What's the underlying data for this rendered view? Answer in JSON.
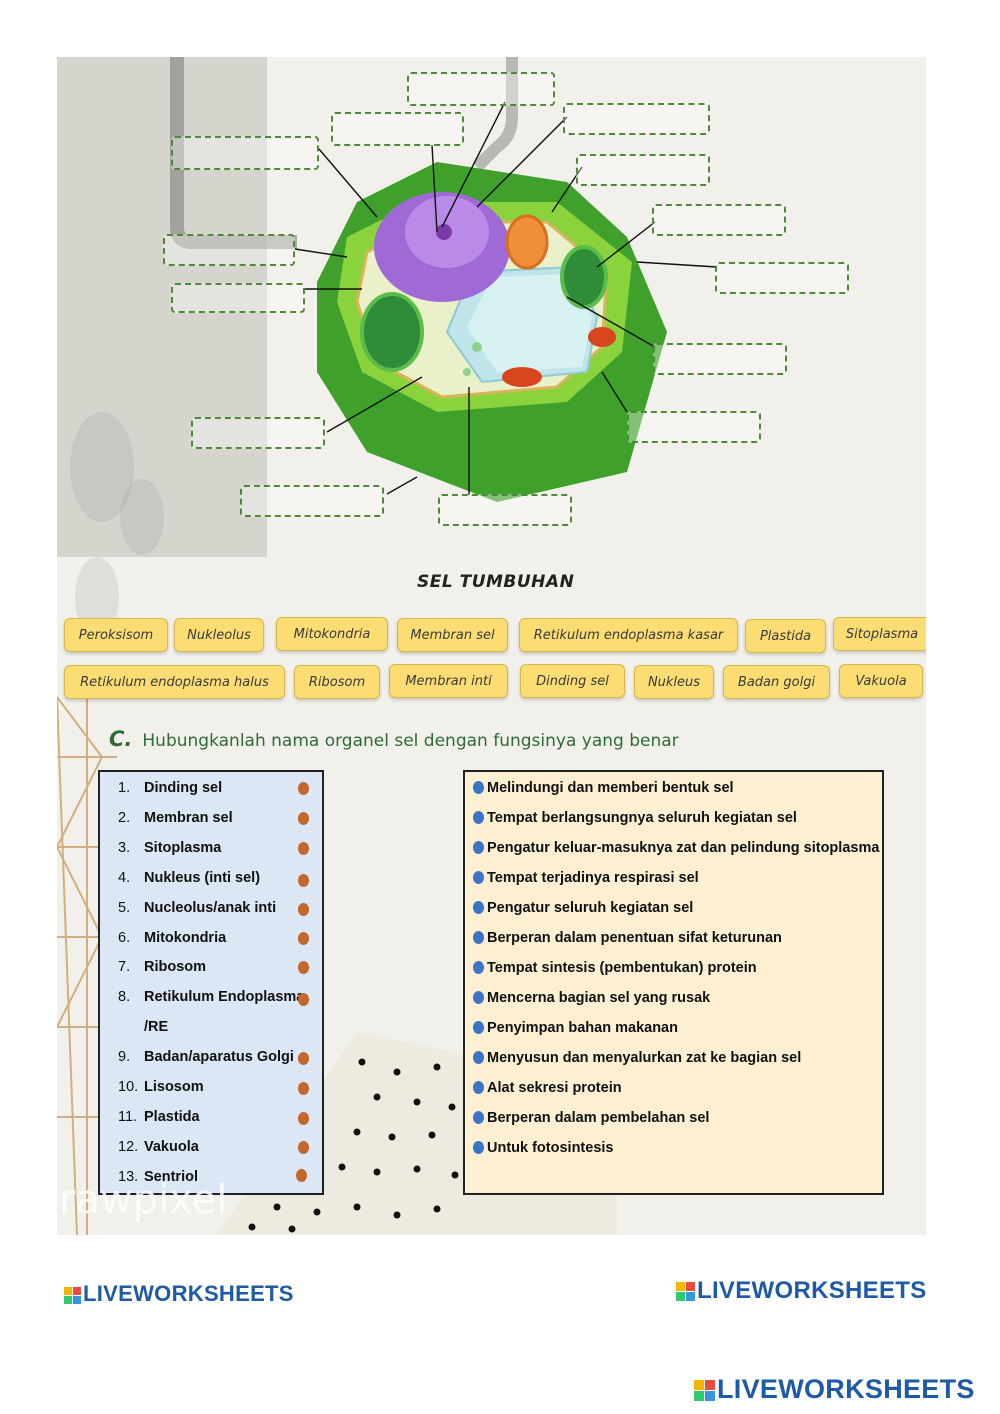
{
  "diagram": {
    "title": "SEL TUMBUHAN"
  },
  "word_bank": [
    [
      "Peroksisom",
      "Nukleolus",
      "Mitokondria",
      "Membran sel",
      "Retikulum endoplasma kasar",
      "Plastida",
      "Sitoplasma"
    ],
    [
      "Retikulum endoplasma halus",
      "Ribosom",
      "Membran inti",
      "Dinding sel",
      "Nukleus",
      "Badan golgi",
      "Vakuola"
    ]
  ],
  "section_c": {
    "letter": "C.",
    "instruction": "Hubungkanlah nama organel sel dengan fungsinya yang benar"
  },
  "organelles": [
    {
      "num": "1.",
      "name": "Dinding sel"
    },
    {
      "num": "2.",
      "name": "Membran sel"
    },
    {
      "num": "3.",
      "name": "Sitoplasma"
    },
    {
      "num": "4.",
      "name": "Nukleus (inti sel)"
    },
    {
      "num": "5.",
      "name": "Nucleolus/anak inti"
    },
    {
      "num": "6.",
      "name": "Mitokondria"
    },
    {
      "num": "7.",
      "name": "Ribosom"
    },
    {
      "num": "8.",
      "name": "Retikulum Endoplasma"
    },
    {
      "num": "",
      "name": "/RE"
    },
    {
      "num": "9.",
      "name": "Badan/aparatus Golgi"
    },
    {
      "num": "10.",
      "name": "Lisosom"
    },
    {
      "num": "11.",
      "name": "Plastida"
    },
    {
      "num": "12.",
      "name": "Vakuola"
    },
    {
      "num": "13.",
      "name": "Sentriol"
    }
  ],
  "functions": [
    "Melindungi dan memberi bentuk sel",
    "Tempat berlangsungnya seluruh kegiatan sel",
    "Pengatur keluar-masuknya zat dan pelindung sitoplasma",
    "Tempat terjadinya respirasi sel",
    "Pengatur seluruh kegiatan sel",
    "Berperan dalam penentuan sifat keturunan",
    "Tempat sintesis (pembentukan) protein",
    "Mencerna bagian sel yang rusak",
    "Penyimpan bahan makanan",
    "Menyusun dan menyalurkan zat ke bagian sel",
    "Alat sekresi protein",
    "Berperan dalam pembelahan sel",
    "Untuk fotosintesis"
  ],
  "watermark": "rawpixel",
  "footer": {
    "brand": "LIVEWORKSHEETS"
  },
  "colors": {
    "chip": "#fbdd74",
    "left_panel": "#dbe7f4",
    "right_panel": "#fdf0d2",
    "left_dot": "#c5662c",
    "right_dot": "#3c74c6",
    "brand": "#1e5aa6",
    "heading": "#2e6b38"
  }
}
